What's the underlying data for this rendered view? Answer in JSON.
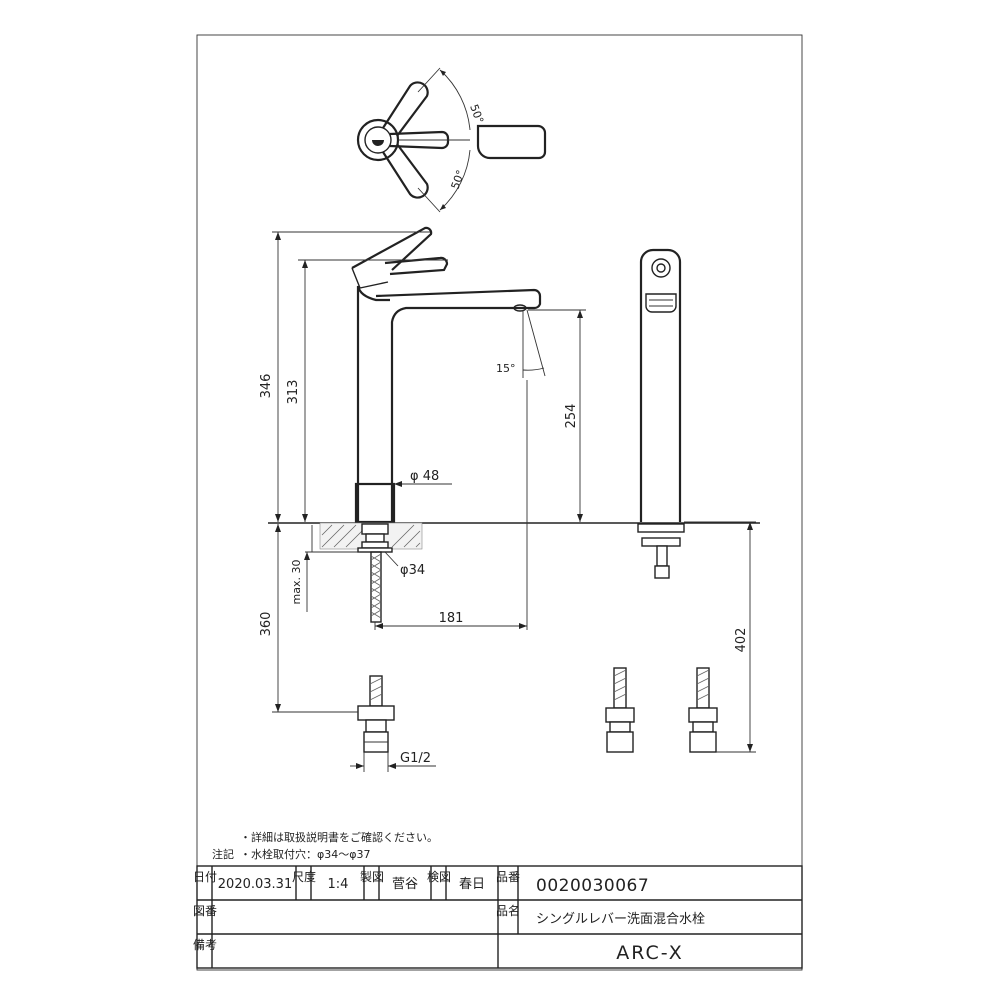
{
  "drawing": {
    "dimensions": {
      "total_height": "346",
      "body_height": "313",
      "spout_height": "254",
      "spout_reach": "181",
      "hose_length": "360",
      "side_length": "402",
      "base_diameter": "φ 48",
      "hole_diameter": "φ34",
      "counter_thickness": "max. 30",
      "angle_spout": "15°",
      "angle_lever_up": "50°",
      "angle_lever_down": "50°",
      "thread": "G1/2"
    },
    "notes": {
      "label": "注記",
      "line1": "・詳細は取扱説明書をご確認ください。",
      "line2": "・水栓取付穴：φ34～φ37"
    }
  },
  "title_block": {
    "date_label": "日付",
    "date": "2020.03.31",
    "scale_label": "尺度",
    "scale": "1:4",
    "drawn_label": "製図",
    "drawn_by": "菅谷",
    "checked_label": "検図",
    "checked_by": "春日",
    "part_no_label": "品番",
    "part_no": "0020030067",
    "drawing_no_label": "図番",
    "drawing_no": "",
    "name_label": "品名",
    "product_name": "シングルレバー洗面混合水栓",
    "remarks_label": "備考",
    "remarks": "",
    "brand": "ARC-X"
  }
}
